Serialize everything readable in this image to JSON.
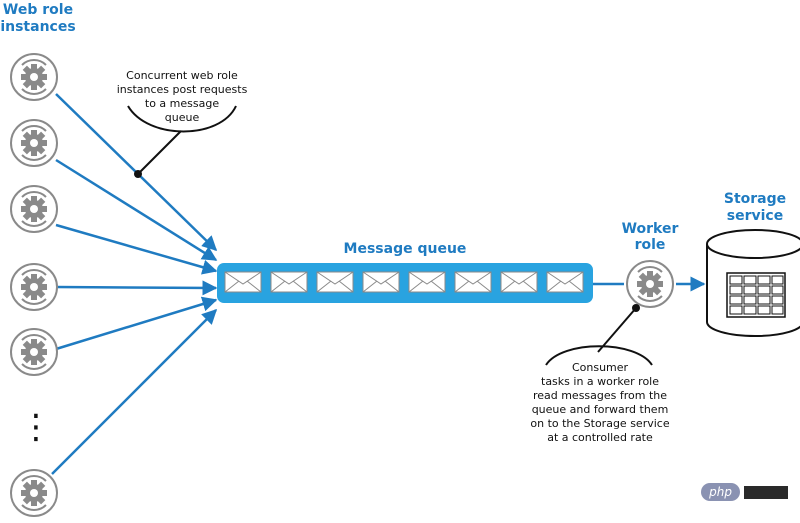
{
  "labels": {
    "web_role_line1": "Web role",
    "web_role_line2": "instances",
    "message_queue": "Message queue",
    "worker_line1": "Worker",
    "worker_line2": "role",
    "storage_line1": "Storage",
    "storage_line2": "service"
  },
  "annotations": {
    "web_note": [
      "Concurrent web role",
      "instances post requests",
      "to a message",
      "queue"
    ],
    "consumer_note": [
      "Consumer",
      "tasks in a worker role",
      "read messages from the",
      "queue and forward them",
      "on to the Storage service",
      "at a controlled rate"
    ]
  },
  "ellipsis": "⋮",
  "watermark": {
    "text": "php"
  },
  "colors": {
    "accent": "#1f7bc1",
    "queue_fill": "#29a3e0",
    "node_gray": "#8a8a8a",
    "text_dark": "#111111"
  },
  "icons": {
    "web_role": "gear-icon",
    "message": "envelope-icon",
    "worker_role": "gear-icon",
    "storage": "database-icon"
  }
}
